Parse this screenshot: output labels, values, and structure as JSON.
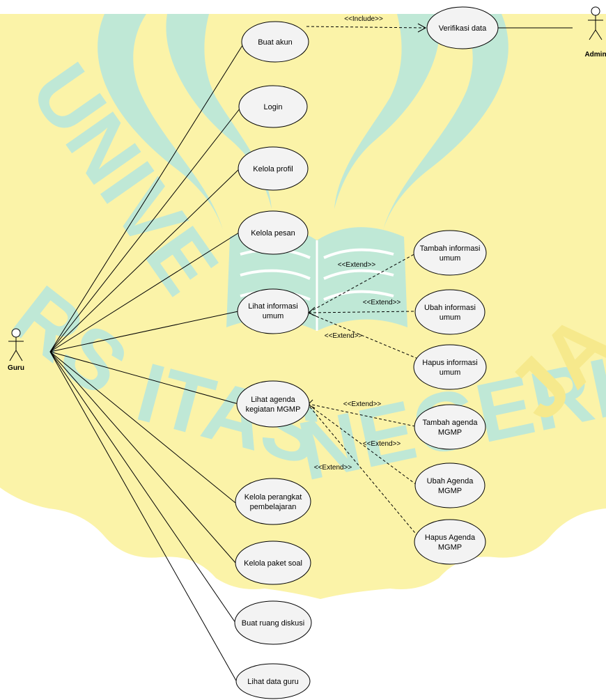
{
  "actors": {
    "guru": "Guru",
    "admin": "Admin"
  },
  "use_cases": {
    "buat_akun": "Buat akun",
    "login": "Login",
    "kelola_profil": "Kelola profil",
    "kelola_pesan": "Kelola pesan",
    "lihat_informasi_umum": [
      "Lihat informasi",
      "umum"
    ],
    "lihat_agenda": [
      "Lihat agenda",
      "kegiatan MGMP"
    ],
    "kelola_perangkat": [
      "Kelola perangkat",
      "pembelajaran"
    ],
    "kelola_paket_soal": "Kelola paket soal",
    "buat_ruang_diskusi": "Buat ruang diskusi",
    "lihat_data_guru": "Lihat data guru",
    "verifikasi_data": "Verifikasi data",
    "tambah_informasi": [
      "Tambah informasi",
      "umum"
    ],
    "ubah_informasi": [
      "Ubah informasi",
      "umum"
    ],
    "hapus_informasi": [
      "Hapus informasi",
      "umum"
    ],
    "tambah_agenda": [
      "Tambah agenda",
      "MGMP"
    ],
    "ubah_agenda": [
      "Ubah Agenda",
      "MGMP"
    ],
    "hapus_agenda": [
      "Hapus Agenda",
      "MGMP"
    ]
  },
  "stereotypes": {
    "include": "<<Include>>",
    "extend": "<<Extend>>"
  },
  "colors": {
    "watermark_yellow": "#fbf3a8",
    "watermark_green": "#bfe8d6",
    "use_case_fill": "#f3f3f3"
  }
}
